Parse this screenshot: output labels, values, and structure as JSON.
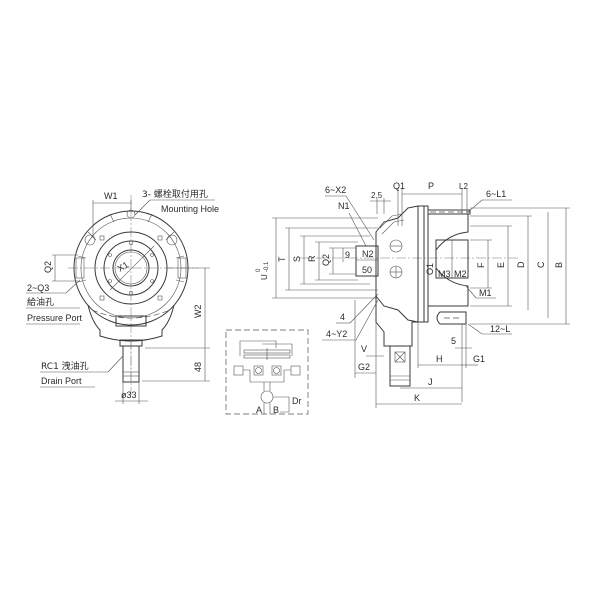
{
  "front_view": {
    "dims": {
      "W1": "W1",
      "W2": "W2",
      "Q2": "Q2",
      "X1": "X1",
      "height_48": "48",
      "dia_33": "ø33"
    },
    "callouts": {
      "mounting_hole_cn": "3- 螺栓取付用孔",
      "mounting_hole_en": "Mounting Hole",
      "pressure_qty": "2~Q3",
      "pressure_cn": "給油孔",
      "pressure_en": "Pressure Port",
      "drain_cn": "RC1 洩油孔",
      "drain_en": "Drain Port"
    }
  },
  "hydraulic_schematic": {
    "ports": {
      "A": "A",
      "B": "B",
      "Dr": "Dr"
    }
  },
  "side_view": {
    "dims": {
      "U": "U",
      "U_tol_upper": "0",
      "U_tol_lower": "-0.1",
      "T": "T",
      "S": "S",
      "R": "R",
      "Q2": "Q2",
      "dim_9": "9",
      "N2": "N2",
      "dim_50": "50",
      "dim_2_5": "2.5",
      "Q1": "Q1",
      "P": "P",
      "L2": "L2",
      "O1": "O1",
      "M3": "M3",
      "M2": "M2",
      "F": "F",
      "E": "E",
      "D": "D",
      "C": "C",
      "B": "B",
      "V": "V",
      "G2": "G2",
      "H": "H",
      "G1": "G1",
      "dim_5": "5",
      "J": "J",
      "K": "K"
    },
    "callouts": {
      "X2": "6~X2",
      "N1": "N1",
      "L1": "6~L1",
      "M1": "M1",
      "L": "12~L",
      "dim_4": "4",
      "Y2": "4~Y2"
    }
  }
}
